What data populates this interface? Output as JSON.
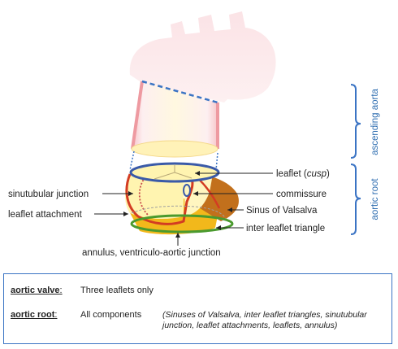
{
  "labels": {
    "leaflet_prefix": "leaflet (",
    "leaflet_italic": "cusp",
    "leaflet_suffix": ")",
    "sinutubular": "sinutubular junction",
    "commissure": "commissure",
    "leaflet_attachment": "leaflet attachment",
    "sinus": "Sinus of Valsalva",
    "inter_leaflet": "inter leaflet triangle",
    "annulus": "annulus, ventriculo-aortic junction"
  },
  "regions": {
    "ascending_aorta": "ascending aorta",
    "aortic_root": "aortic root"
  },
  "definitions": {
    "valve_term": "aortic valve",
    "valve_desc": "Three leaflets only",
    "root_term": "aortic root",
    "root_desc": "All components",
    "root_note": "(Sinuses of Valsalva, inter leaflet triangles, sinutubular junction, leaflet attachments, leaflets, annulus)"
  },
  "colors": {
    "aorta_fill": "#fde8ea",
    "aorta_edge": "#f3a7ac",
    "yellow": "#fff4b0",
    "ring_blue": "#3a5aa8",
    "sinus_brown": "#b86818",
    "attachment_red": "#d33c22",
    "triangle_gold": "#f2b81b",
    "annulus_green": "#4a9a2e",
    "bracket_blue": "#3b74c4"
  }
}
